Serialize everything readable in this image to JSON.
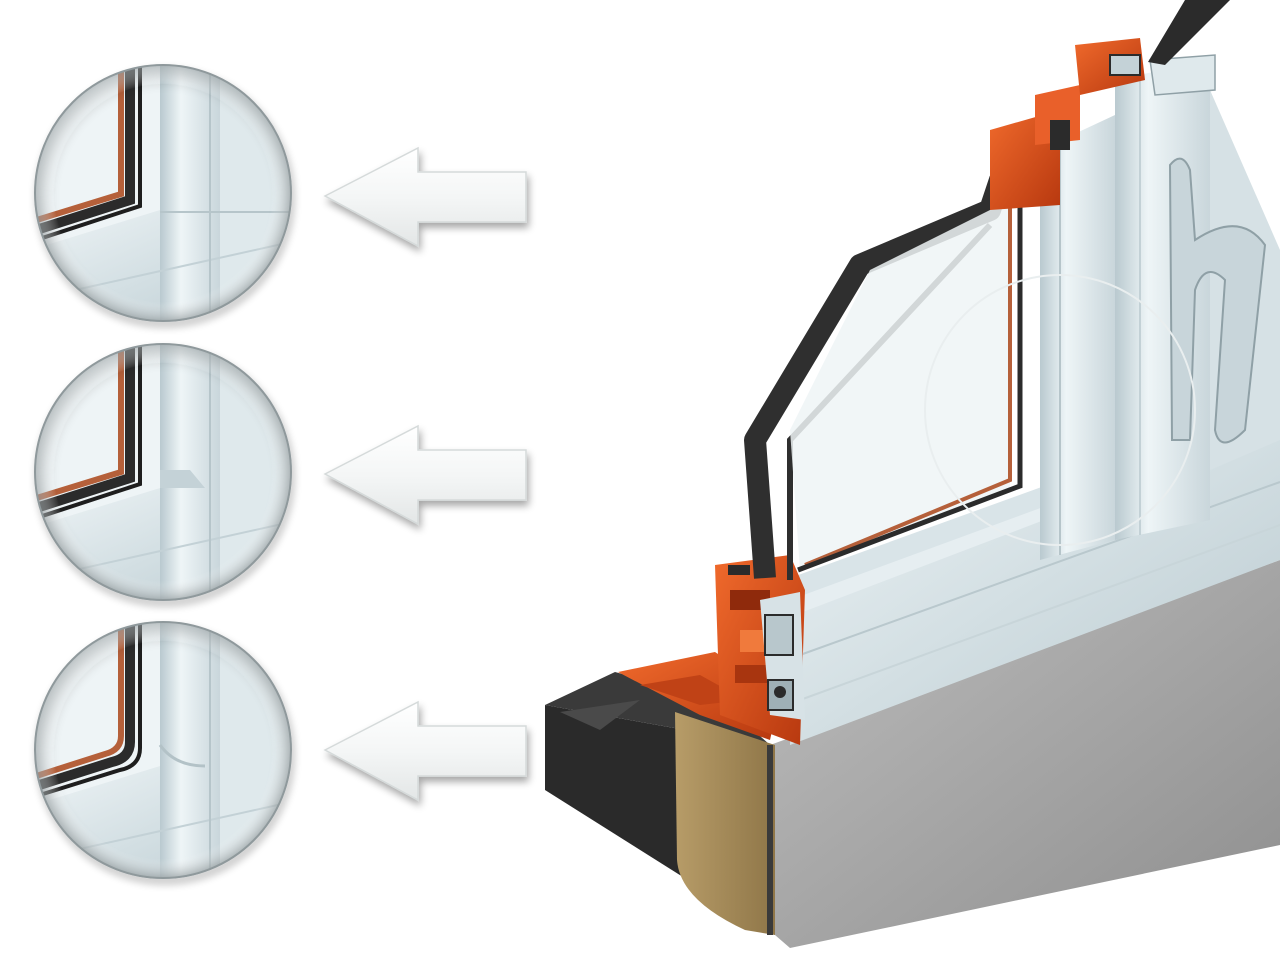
{
  "colors": {
    "background": "#ffffff",
    "aluminium_light": "#dfe9ec",
    "aluminium_mid": "#c5d3d8",
    "aluminium_dark": "#9fb0b6",
    "thermal_break_orange": "#e2541f",
    "thermal_break_dark": "#9c2f10",
    "gasket_black": "#2b2b2b",
    "sill_grey": "#a6a6a6",
    "wood_tan": "#a48a5a",
    "glass_tint": "#eef4f6"
  },
  "diagram": {
    "details": [
      {
        "id": "detail-1",
        "variant": "straight-corner"
      },
      {
        "id": "detail-2",
        "variant": "notched-corner"
      },
      {
        "id": "detail-3",
        "variant": "rounded-corner"
      }
    ],
    "arrows": [
      {
        "id": "arrow-1",
        "direction": "left"
      },
      {
        "id": "arrow-2",
        "direction": "left"
      },
      {
        "id": "arrow-3",
        "direction": "left"
      }
    ],
    "main_view": {
      "subject": "window-profile-cross-section",
      "has_magnifier_circle": true,
      "has_handle": true
    }
  }
}
